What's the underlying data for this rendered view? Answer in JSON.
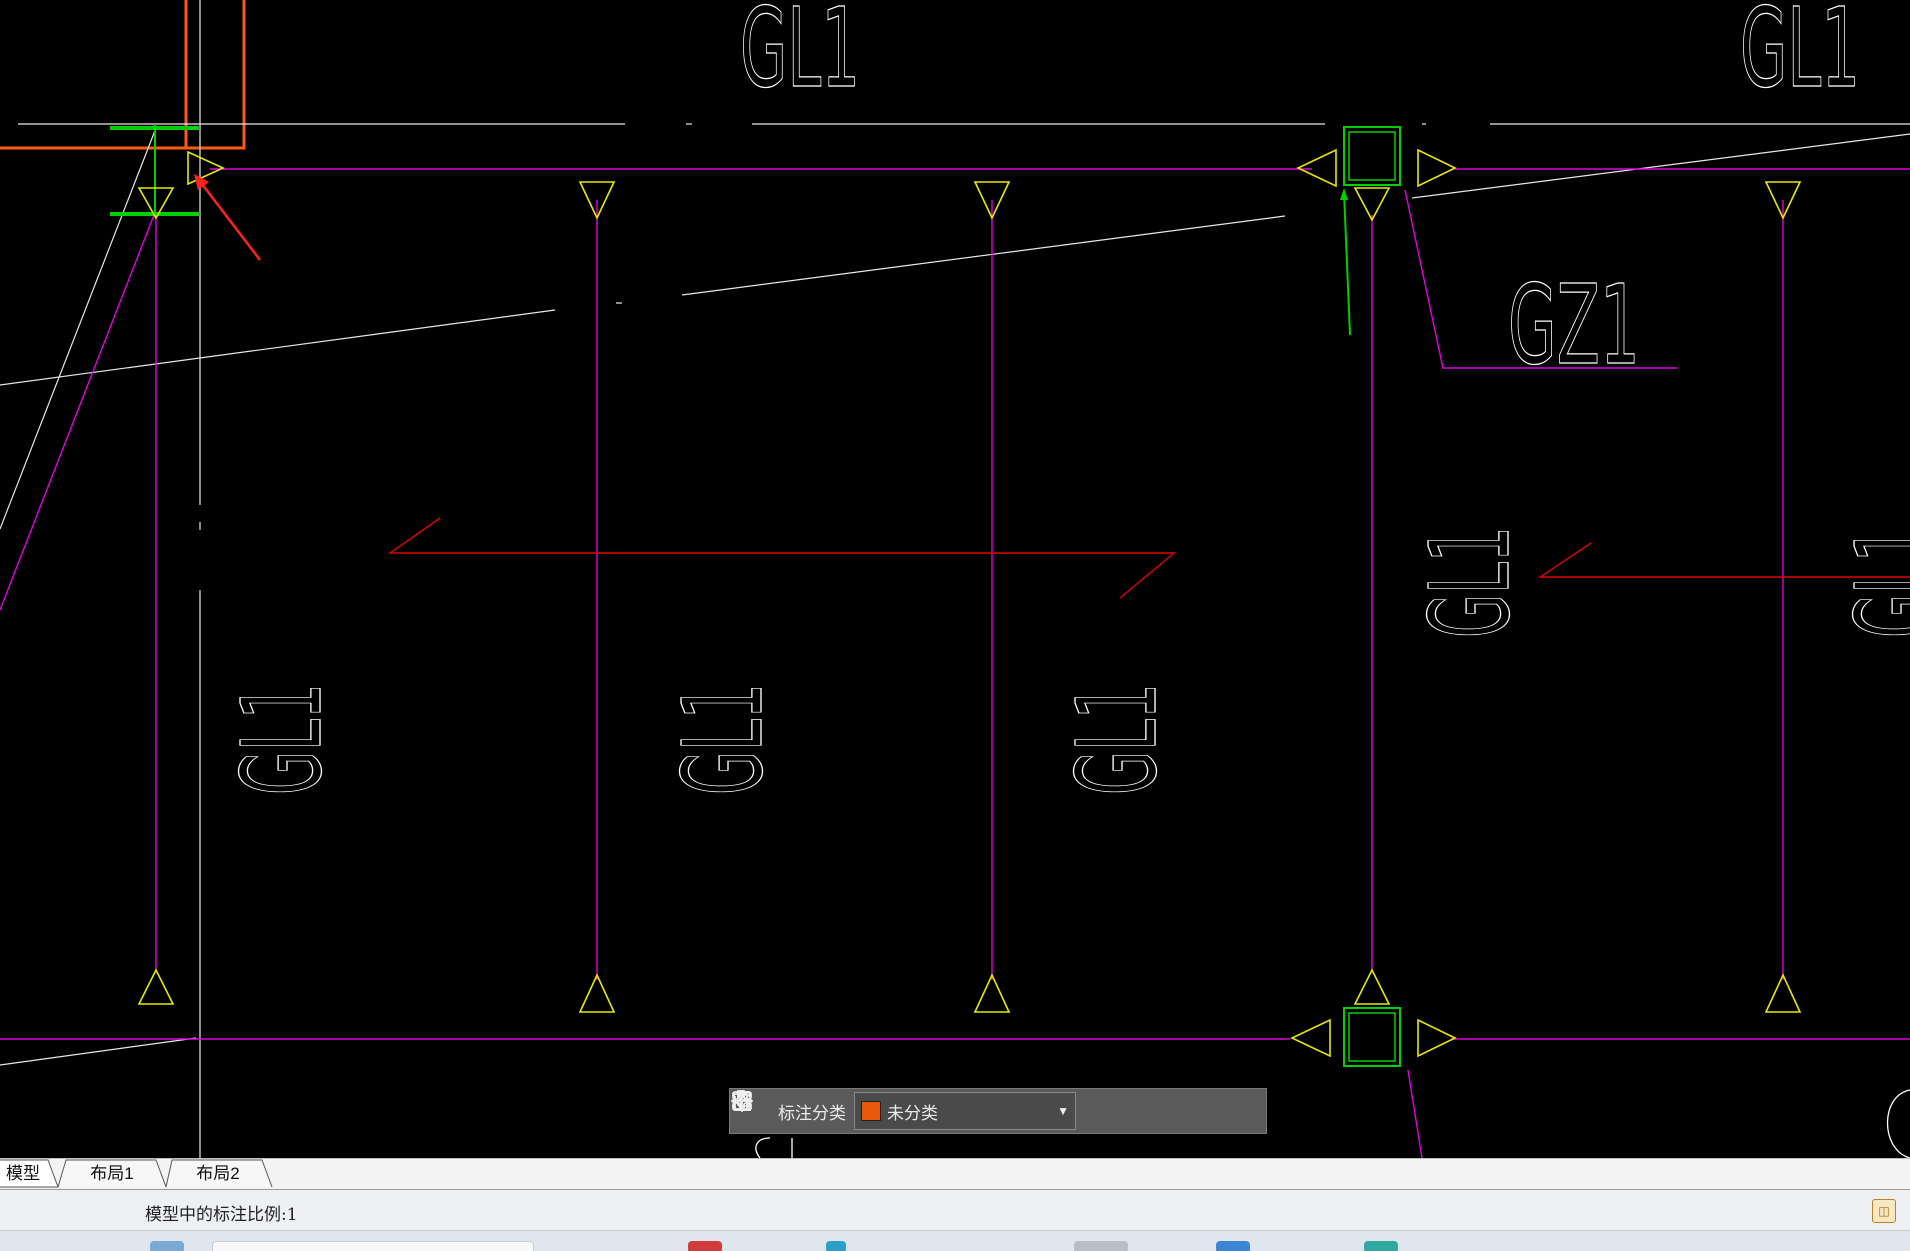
{
  "drawing": {
    "labels": {
      "gl1_top_left": "GL1",
      "gl1_top_right": "GL1",
      "gz1": "GZ1",
      "gl1_vertical": "GL1"
    }
  },
  "annotation_toolbar": {
    "category_label": "标注分类",
    "category_value": "未分类",
    "category_color": "#e8590c",
    "icons": [
      "grid-icon",
      "edit-icon",
      "move-icon",
      "copy-icon",
      "paste-icon"
    ]
  },
  "tabs": [
    {
      "label": "模型",
      "active": true
    },
    {
      "label": "布局1",
      "active": false
    },
    {
      "label": "布局2",
      "active": false
    }
  ],
  "status": {
    "text": "模型中的标注比例:1"
  },
  "colors": {
    "background": "#000000",
    "magenta": "#e000e0",
    "yellow": "#e8e800",
    "green": "#00d000",
    "red": "#ff2020",
    "orange": "#ff5a14",
    "white": "#ffffff"
  }
}
